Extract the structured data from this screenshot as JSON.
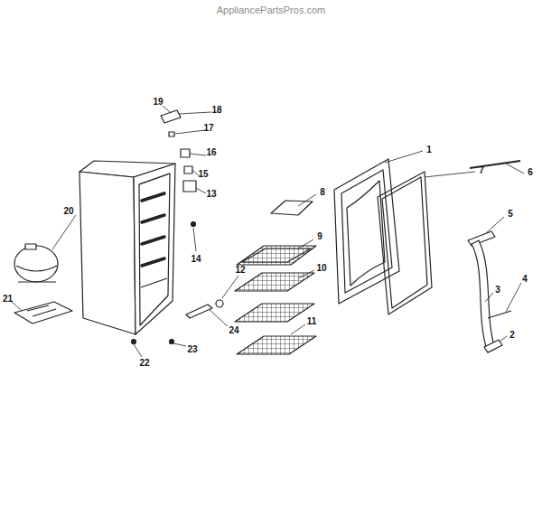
{
  "diagram": {
    "labels": [
      "AppliancePartsPros.com",
      "1",
      "2",
      "3",
      "4",
      "5",
      "6",
      "7",
      "8",
      "9",
      "10",
      "11",
      "12",
      "13",
      "14",
      "15",
      "16",
      "17",
      "18",
      "19",
      "20",
      "21",
      "22",
      "23",
      "24"
    ]
  }
}
